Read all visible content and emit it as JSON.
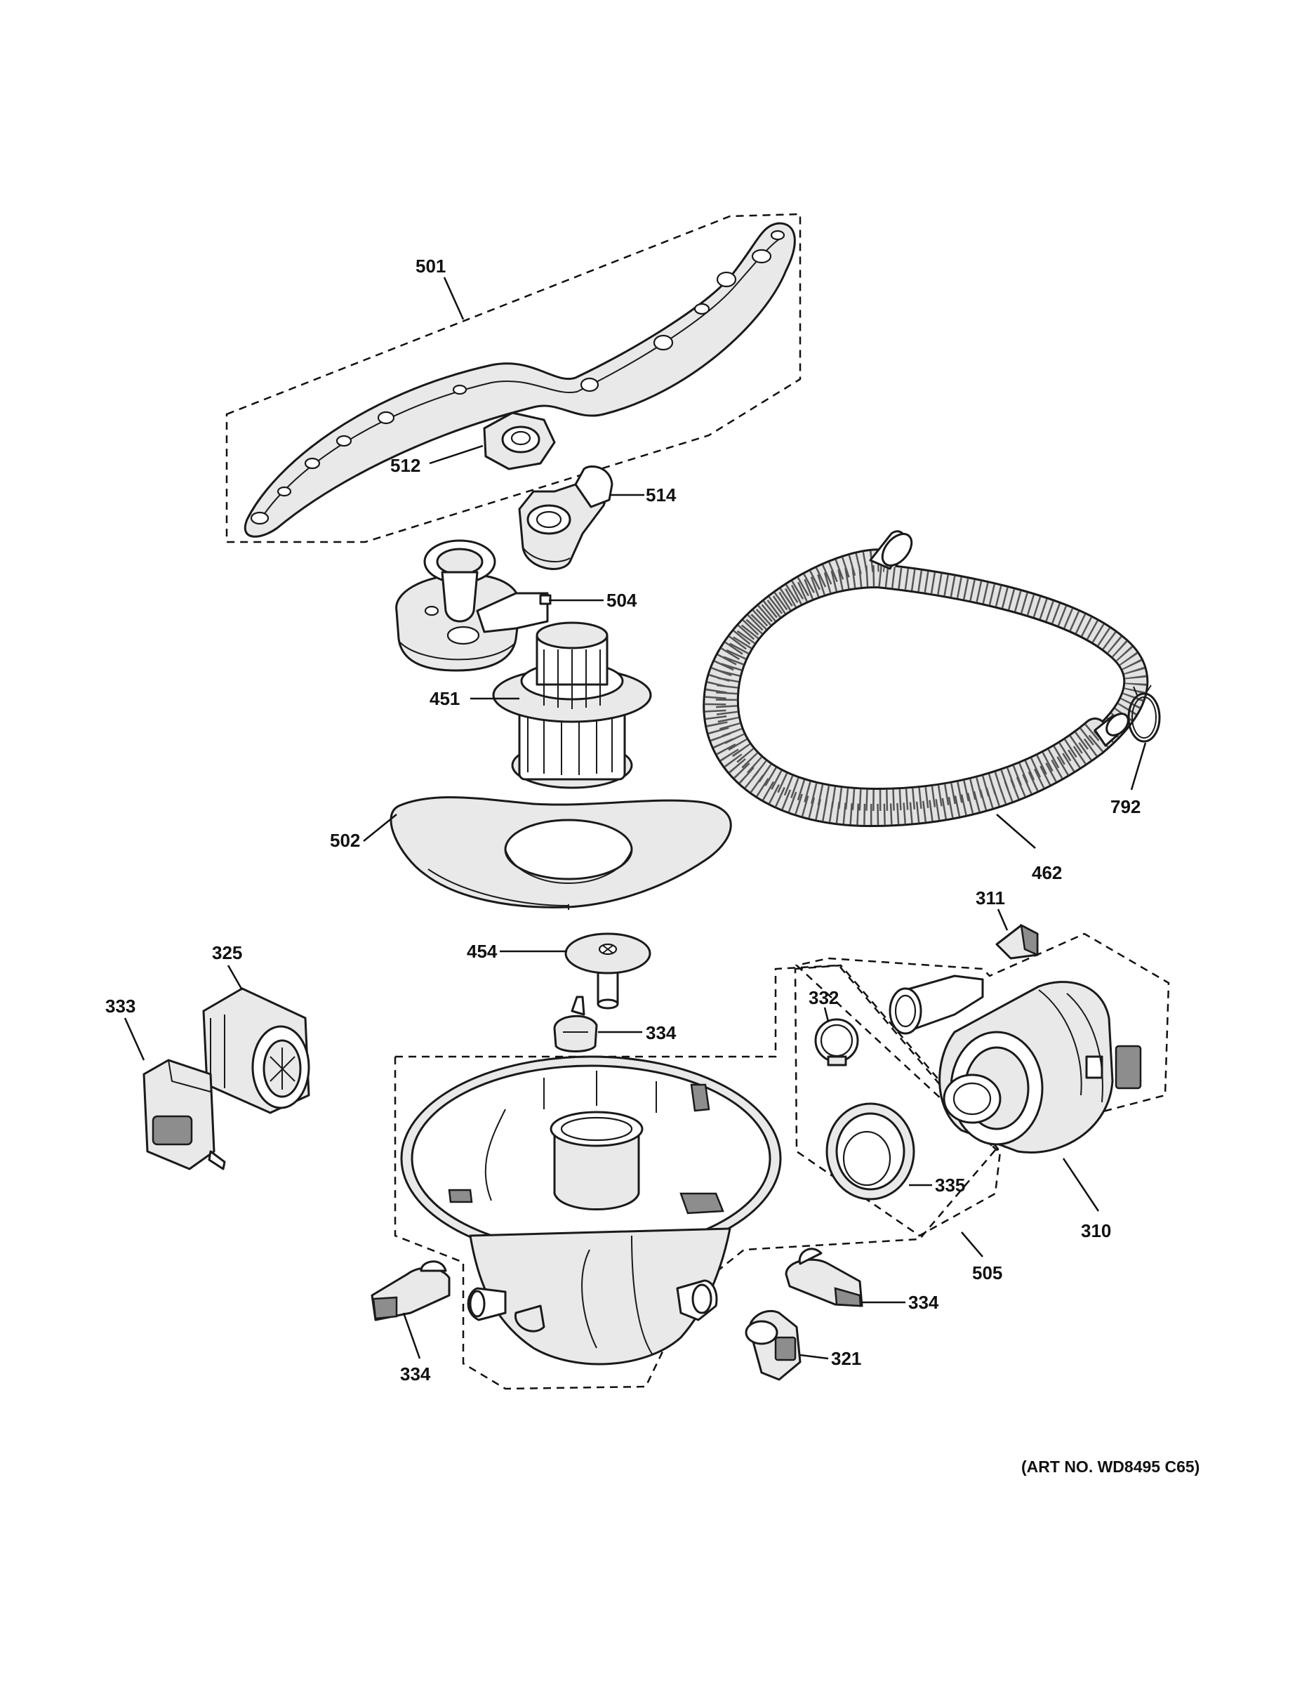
{
  "art_number": "(ART NO. WD8495 C65)",
  "callouts": {
    "c501": "501",
    "c512": "512",
    "c514": "514",
    "c504": "504",
    "c451": "451",
    "c502": "502",
    "c792": "792",
    "c462": "462",
    "c454": "454",
    "c311": "311",
    "c325": "325",
    "c333": "333",
    "c332": "332",
    "c334_top": "334",
    "c335": "335",
    "c310": "310",
    "c505": "505",
    "c334_right": "334",
    "c321": "321",
    "c334_left": "334"
  }
}
